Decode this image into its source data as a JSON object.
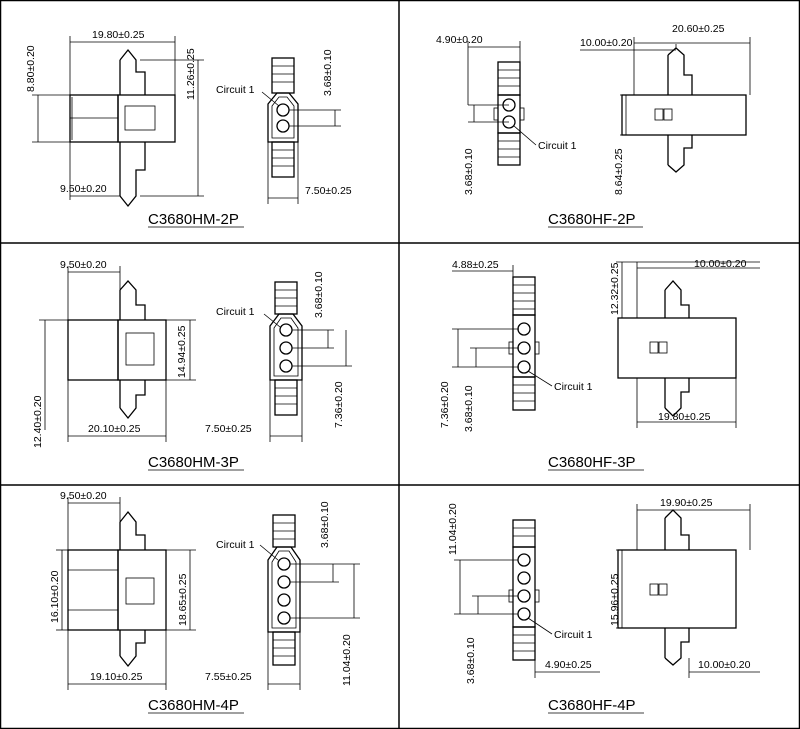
{
  "panels": [
    {
      "title": "C3680HM-2P",
      "dims": [
        "19.80±0.25",
        "8.80±0.20",
        "11.26±0.25",
        "3.68±0.10",
        "9.50±0.20",
        "7.50±0.25"
      ],
      "circuit_label": "Circuit 1"
    },
    {
      "title": "C3680HF-2P",
      "dims": [
        "4.90±0.20",
        "20.60±0.25",
        "10.00±0.20",
        "3.68±0.10",
        "8.64±0.25"
      ],
      "circuit_label": "Circuit 1"
    },
    {
      "title": "C3680HM-3P",
      "dims": [
        "9.50±0.20",
        "14.94±0.25",
        "3.68±0.10",
        "12.40±0.20",
        "20.10±0.25",
        "7.50±0.25",
        "7.36±0.20"
      ],
      "circuit_label": "Circuit 1"
    },
    {
      "title": "C3680HF-3P",
      "dims": [
        "4.88±0.25",
        "12.32±0.25",
        "10.00±0.20",
        "7.36±0.20",
        "3.68±0.10",
        "19.80±0.25"
      ],
      "circuit_label": "Circuit 1"
    },
    {
      "title": "C3680HM-4P",
      "dims": [
        "9.50±0.20",
        "3.68±0.10",
        "16.10±0.20",
        "18.65±0.25",
        "19.10±0.25",
        "7.55±0.25",
        "11.04±0.20"
      ],
      "circuit_label": "Circuit 1"
    },
    {
      "title": "C3680HF-4P",
      "dims": [
        "11.04±0.20",
        "19.90±0.25",
        "15.96±0.25",
        "3.68±0.10",
        "4.90±0.25",
        "10.00±0.20"
      ],
      "circuit_label": "Circuit 1"
    }
  ]
}
